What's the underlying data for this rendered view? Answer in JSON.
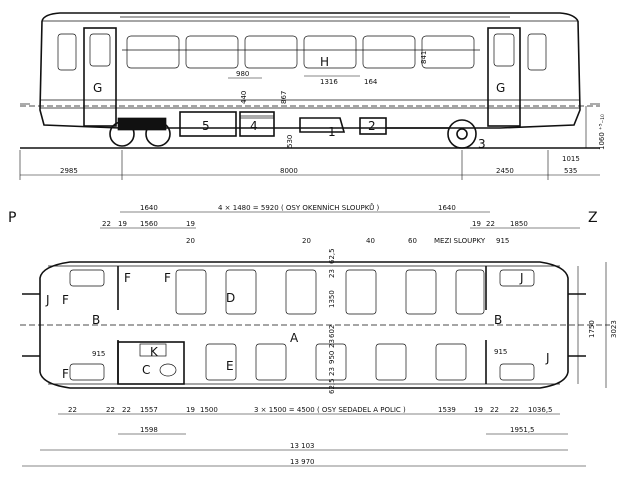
{
  "side_view": {
    "labels": {
      "G_left": "G",
      "G_right": "G",
      "H": "H",
      "n5": "5",
      "n4": "4",
      "n1": "1",
      "n2": "2",
      "n3": "3"
    },
    "dims": {
      "d980": "980",
      "d440": "440",
      "d867": "867",
      "d1316": "1316",
      "d164": "164",
      "d841": "841",
      "d530": "530",
      "d1060": "1060 ⁺⁵₋₁₀",
      "d1015": "1015",
      "d2985": "2985",
      "d8000": "8000",
      "d2450": "2450",
      "d535": "535"
    }
  },
  "plan_view": {
    "ends": {
      "P": "P",
      "Z": "Z"
    },
    "rooms": {
      "A": "A",
      "B_left": "B",
      "B_right": "B",
      "C": "C",
      "D": "D",
      "E": "E",
      "F1": "F",
      "F2": "F",
      "F3": "F",
      "F4": "F",
      "J1": "J",
      "J2": "J",
      "J3": "J",
      "K": "K"
    },
    "top_dims": {
      "d1640a": "1640",
      "window_spacing": "4 × 1480 = 5920  ( OSY OKENNÍCH SLOUPKŮ )",
      "d1640b": "1640",
      "d22a": "22",
      "d19a": "19",
      "d1560": "1560",
      "d19b": "19",
      "d19c": "19",
      "d22b": "22",
      "d1850": "1850",
      "d20a": "20",
      "d20b": "20",
      "d40": "40",
      "d60": "60",
      "pillars": "MEZI SLOUPKY",
      "d915a": "915"
    },
    "side_dims": {
      "d62_5a": "62,5",
      "d23a": "23",
      "d1350": "1350",
      "d602": "602",
      "d23b": "23",
      "d950": "950",
      "d23c": "23",
      "d62_5b": "62,5",
      "d1750": "1750",
      "d3023": "3023",
      "d915b": "915",
      "d915c": "915"
    },
    "bottom_dims": {
      "d22c": "22",
      "d22d": "22",
      "d22e": "22",
      "d1557": "1557",
      "d19d": "19",
      "d1500": "1500",
      "seat_spacing": "3 × 1500 = 4500  ( OSY SEDADEL A POLIC )",
      "d1539": "1539",
      "d19e": "19",
      "d22f": "22",
      "d22g": "22",
      "d1036_5": "1036,5",
      "d1598": "1598",
      "d1951_5": "1951,5",
      "d13103": "13 103",
      "d13970": "13 970"
    }
  }
}
